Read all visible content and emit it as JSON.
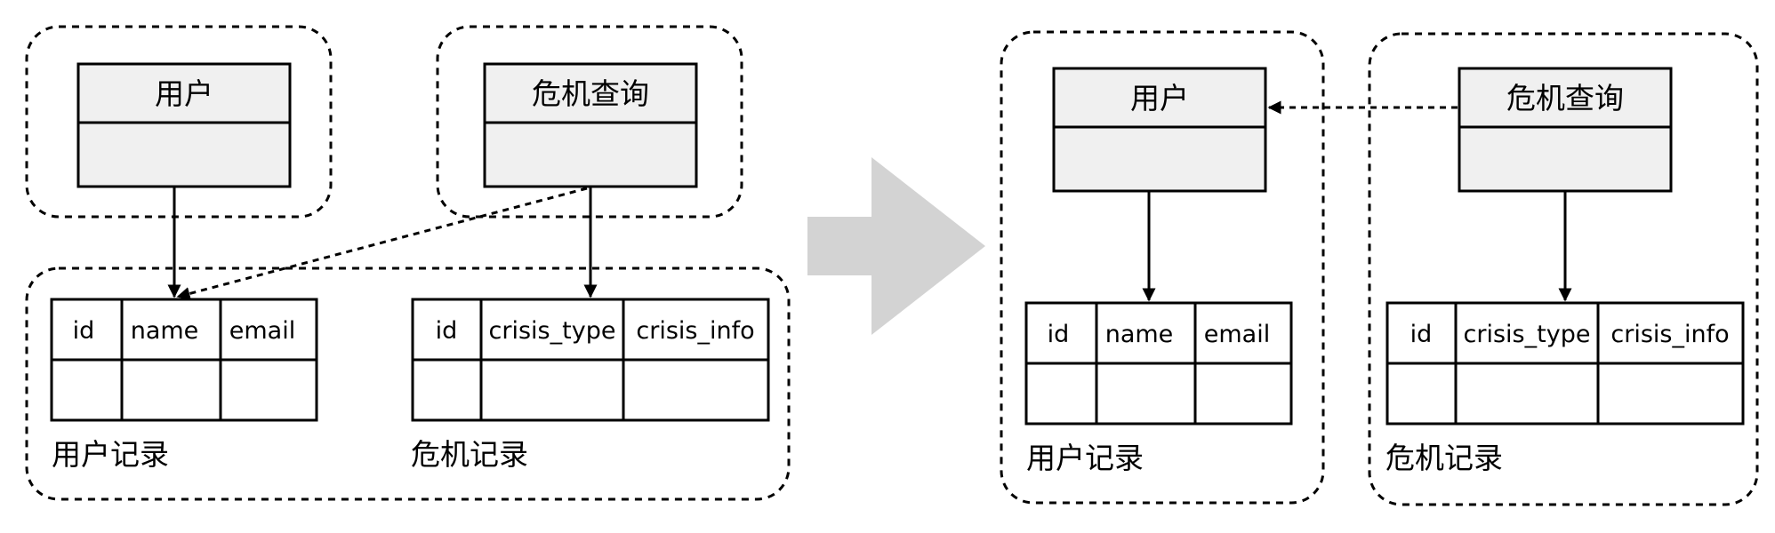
{
  "colors": {
    "line": "#000000",
    "class_fill": "#f0f0f0",
    "transition_arrow": "#d3d3d3",
    "background": "#ffffff"
  },
  "before": {
    "user_class": {
      "title": "用户"
    },
    "crisis_class": {
      "title": "危机查询"
    },
    "user_table": {
      "columns": [
        "id",
        "name",
        "email"
      ],
      "label": "用户记录"
    },
    "crisis_table": {
      "columns": [
        "id",
        "crisis_type",
        "crisis_info"
      ],
      "label": "危机记录"
    }
  },
  "after": {
    "user_class": {
      "title": "用户"
    },
    "crisis_class": {
      "title": "危机查询"
    },
    "user_table": {
      "columns": [
        "id",
        "name",
        "email"
      ],
      "label": "用户记录"
    },
    "crisis_table": {
      "columns": [
        "id",
        "crisis_type",
        "crisis_info"
      ],
      "label": "危机记录"
    }
  }
}
